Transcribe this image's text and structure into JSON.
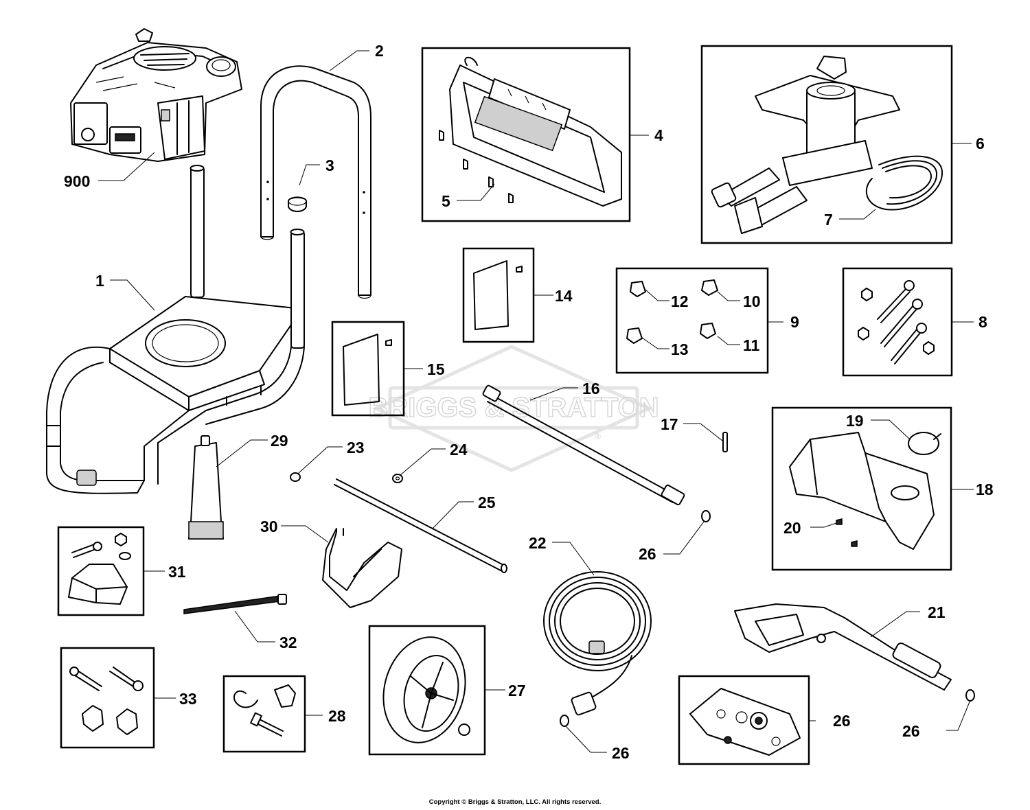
{
  "watermark": {
    "brand": "BRIGGS & STRATTON",
    "registered_mark": "®"
  },
  "callouts": {
    "c900": "900",
    "c1": "1",
    "c2": "2",
    "c3": "3",
    "c4": "4",
    "c5": "5",
    "c6": "6",
    "c7": "7",
    "c8": "8",
    "c9": "9",
    "c10": "10",
    "c11": "11",
    "c12": "12",
    "c13": "13",
    "c14": "14",
    "c15": "15",
    "c16": "16",
    "c17": "17",
    "c18": "18",
    "c19": "19",
    "c20": "20",
    "c21": "21",
    "c22": "22",
    "c23": "23",
    "c24": "24",
    "c25": "25",
    "c26_nozzle": "26",
    "c26_hose": "26",
    "c26_gun": "26",
    "c26_kit": "26",
    "c27": "27",
    "c28": "28",
    "c29": "29",
    "c30": "30",
    "c31": "31",
    "c32": "32",
    "c33": "33"
  },
  "copyright": "Copyright © Briggs & Stratton, LLC. All rights reserved."
}
